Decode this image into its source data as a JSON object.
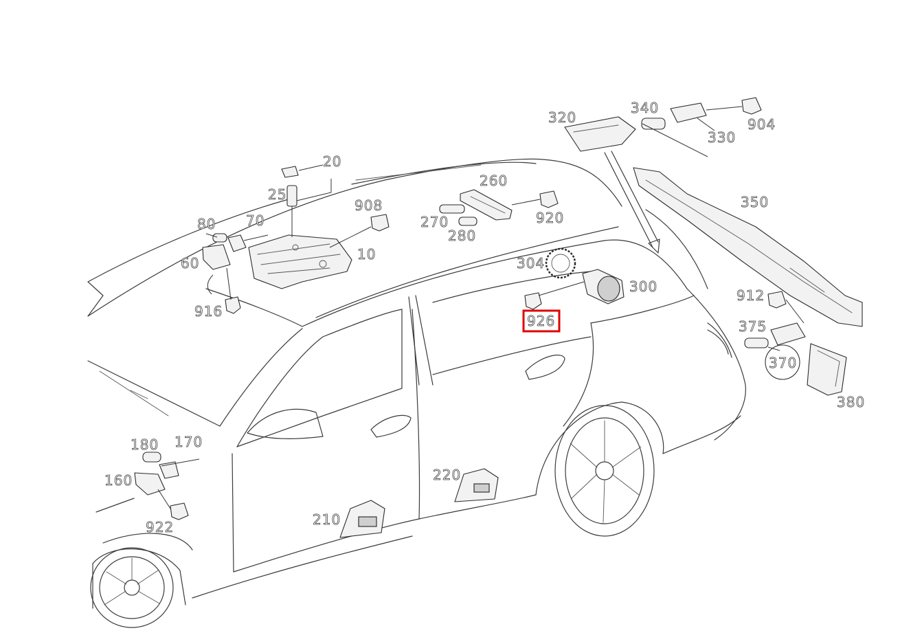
{
  "labels": {
    "p10": "10",
    "p20": "20",
    "p25": "25",
    "p60": "60",
    "p70": "70",
    "p80": "80",
    "p160": "160",
    "p170": "170",
    "p180": "180",
    "p210": "210",
    "p220": "220",
    "p260": "260",
    "p270": "270",
    "p280": "280",
    "p300": "300",
    "p304": "304",
    "p320": "320",
    "p330": "330",
    "p340": "340",
    "p350": "350",
    "p370": "370",
    "p375": "375",
    "p380": "380",
    "p904": "904",
    "p908": "908",
    "p912": "912",
    "p916": "916",
    "p920": "920",
    "p922": "922",
    "p926": "926"
  },
  "highlighted_label": "926",
  "colors": {
    "highlight": "#e00000",
    "line": "#3a3a3a",
    "background": "#ffffff"
  }
}
